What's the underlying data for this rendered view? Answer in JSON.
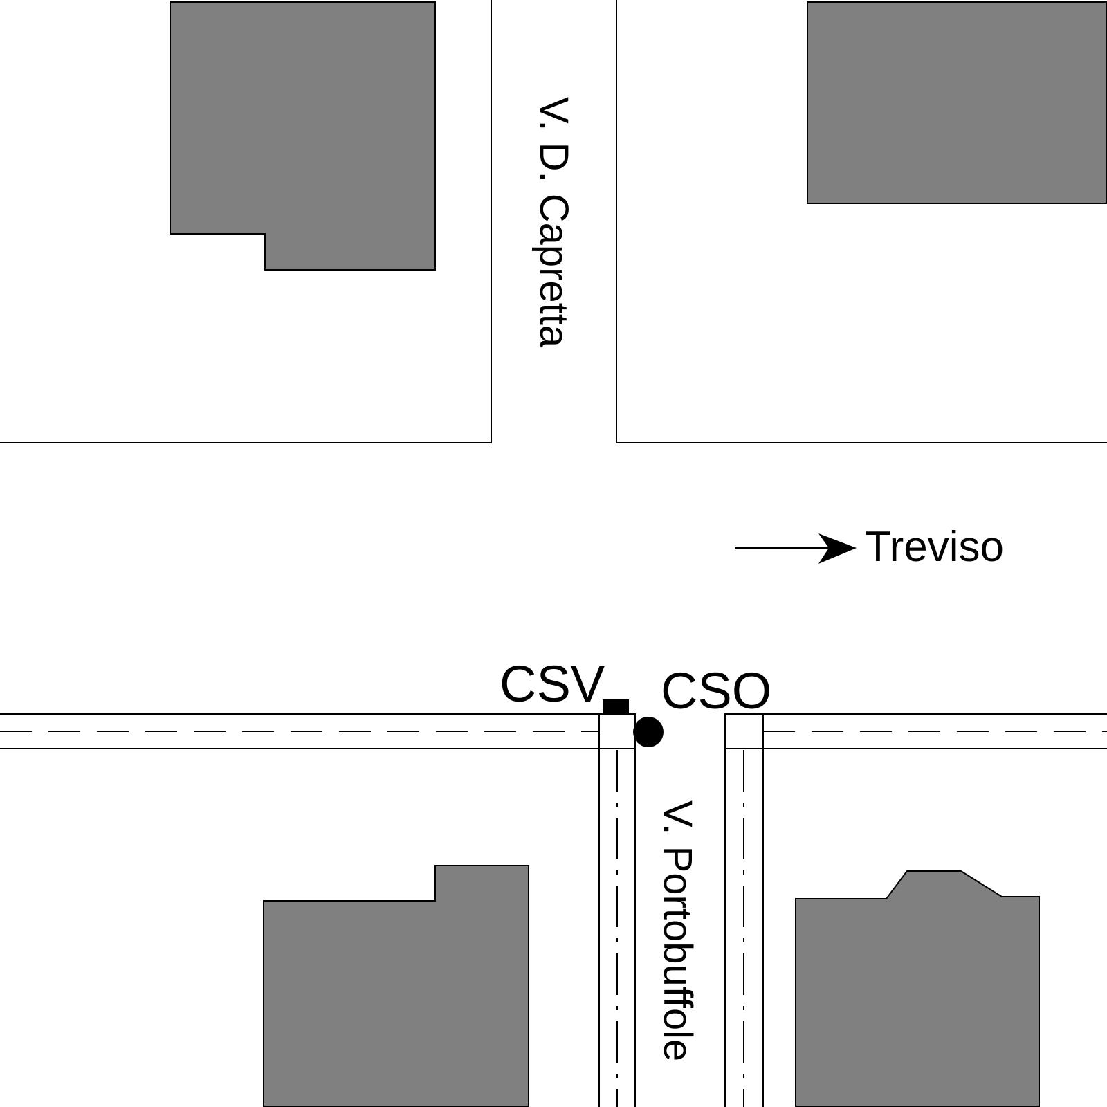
{
  "streets": {
    "north": "V. D. Capretta",
    "south": "V. Portobuffole"
  },
  "direction": {
    "label": "Treviso",
    "icon": "arrow-right-icon"
  },
  "markers": [
    {
      "label": "CSV",
      "icon": "square-marker-icon"
    },
    {
      "label": "CSO",
      "icon": "circle-marker-icon"
    }
  ],
  "colors": {
    "building": "#808080",
    "line": "#000000",
    "background": "#ffffff"
  }
}
